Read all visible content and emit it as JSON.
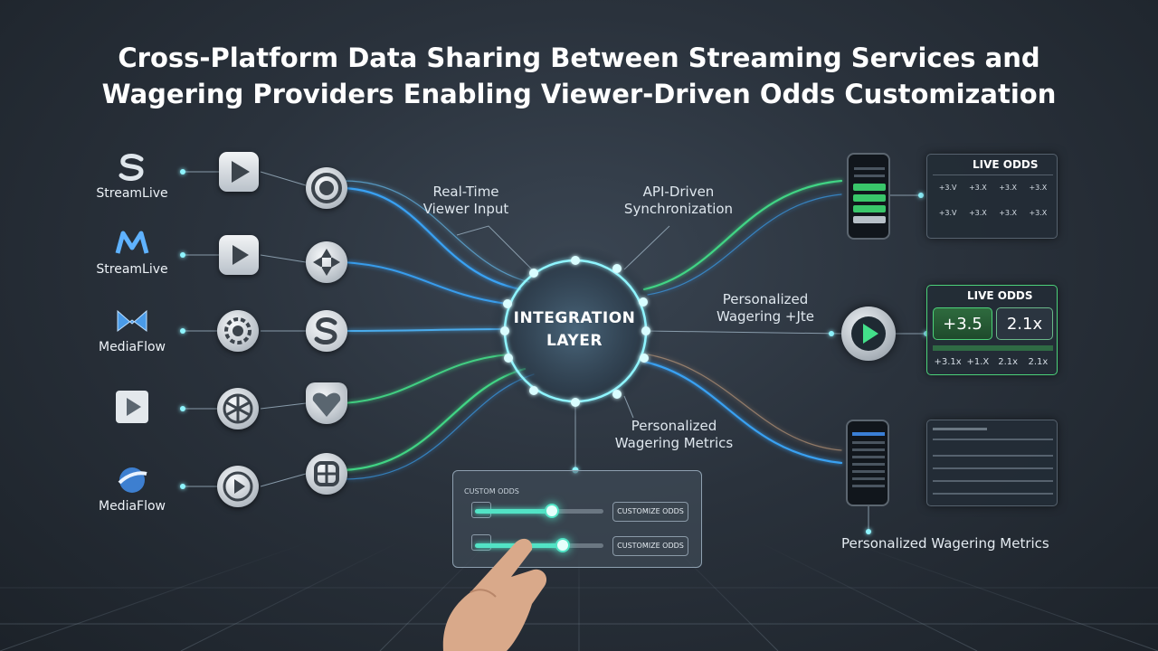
{
  "title": {
    "line1": "Cross-Platform Data Sharing Between Streaming Services and",
    "line2": "Wagering Providers Enabling Viewer-Driven Odds Customization"
  },
  "sources": [
    {
      "name": "StreamLive",
      "logo_icon": "s-swirl-icon",
      "tile_icon": "play-icon",
      "circle_icon": "shield-ring-icon"
    },
    {
      "name": "StreamLive",
      "logo_icon": "m-wave-icon",
      "tile_icon": "play-icon",
      "circle_icon": "cross-arrows-icon"
    },
    {
      "name": "MediaFlow",
      "logo_icon": "m-chevron-icon",
      "tile_icon": "gear-icon",
      "circle_icon": "s-letter-icon"
    },
    {
      "name": "",
      "logo_icon": "play-square-icon",
      "tile_icon": "wheel-icon",
      "circle_icon": "heart-shield-icon"
    },
    {
      "name": "MediaFlow",
      "logo_icon": "globe-swoosh-icon",
      "tile_icon": "play-circle-icon",
      "circle_icon": "grid-shield-icon"
    }
  ],
  "hub": {
    "line1": "INTEGRATION",
    "line2": "LAYER"
  },
  "labels": {
    "realtime": [
      "Real-Time",
      "Viewer Input"
    ],
    "api": [
      "API-Driven",
      "Synchronization"
    ],
    "personalized_right": [
      "Personalized",
      "Wagering +Jte"
    ],
    "personalized_bottom": [
      "Personalized",
      "Wagering Metrics"
    ],
    "personalized_br": "Personalized Wagering Metrics"
  },
  "panel_top": {
    "title": "LIVE ODDS",
    "rows": [
      [
        "+3.V",
        "+3.X",
        "+3.X",
        "+3.X"
      ],
      [
        "+3.V",
        "+3.X",
        "+3.X",
        "+3.X"
      ]
    ]
  },
  "panel_mid": {
    "title": "LIVE ODDS",
    "highlight": [
      "+3.5",
      "2.1x"
    ],
    "row": [
      "+3.1x",
      "+1.X",
      "2.1x",
      "2.1x"
    ]
  },
  "control_panel": {
    "title": "CUSTOM ODDS",
    "button_label": "CUSTOMIZE ODDS",
    "slider1_value": 0.6,
    "slider2_value": 0.68
  },
  "colors": {
    "blue_stream": "#3aa8ff",
    "green_stream": "#43e08a",
    "node_glow": "#8ff5ff",
    "accent_teal": "#52e3c5"
  }
}
